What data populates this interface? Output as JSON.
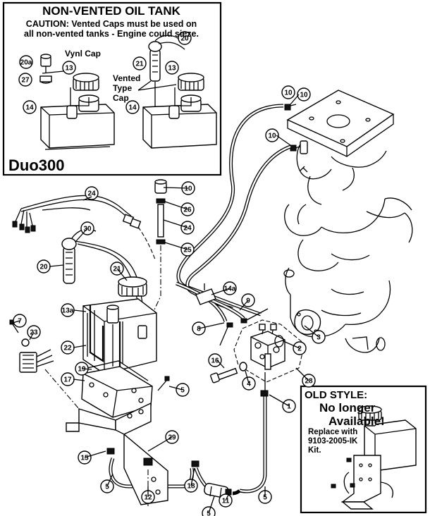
{
  "inset_top": {
    "title": "NON-VENTED OIL TANK",
    "caution_line1": "CAUTION: Vented Caps must be used on",
    "caution_line2": "all non-vented tanks - Engine could sieze.",
    "vynl_cap": "Vynl Cap",
    "vented_line1": "Vented",
    "vented_line2": "Type",
    "vented_line3": "Cap",
    "model": "Duo300",
    "callouts": [
      "20",
      "20a",
      "27",
      "13",
      "14",
      "21",
      "13",
      "14"
    ]
  },
  "inset_bottom": {
    "line1": "OLD STYLE:",
    "line2": "No longer",
    "line3": "Available!",
    "line4": "Replace with 9103-2005-IK Kit."
  },
  "callouts": [
    "10",
    "10",
    "10",
    "10",
    "26",
    "24",
    "25",
    "24",
    "30",
    "20",
    "21",
    "13a",
    "14a",
    "9",
    "8",
    "7",
    "23",
    "22",
    "19",
    "17",
    "16",
    "4",
    "3",
    "2",
    "28",
    "1",
    "5",
    "29",
    "15",
    "5",
    "12",
    "18",
    "5",
    "11",
    "5",
    "6"
  ]
}
